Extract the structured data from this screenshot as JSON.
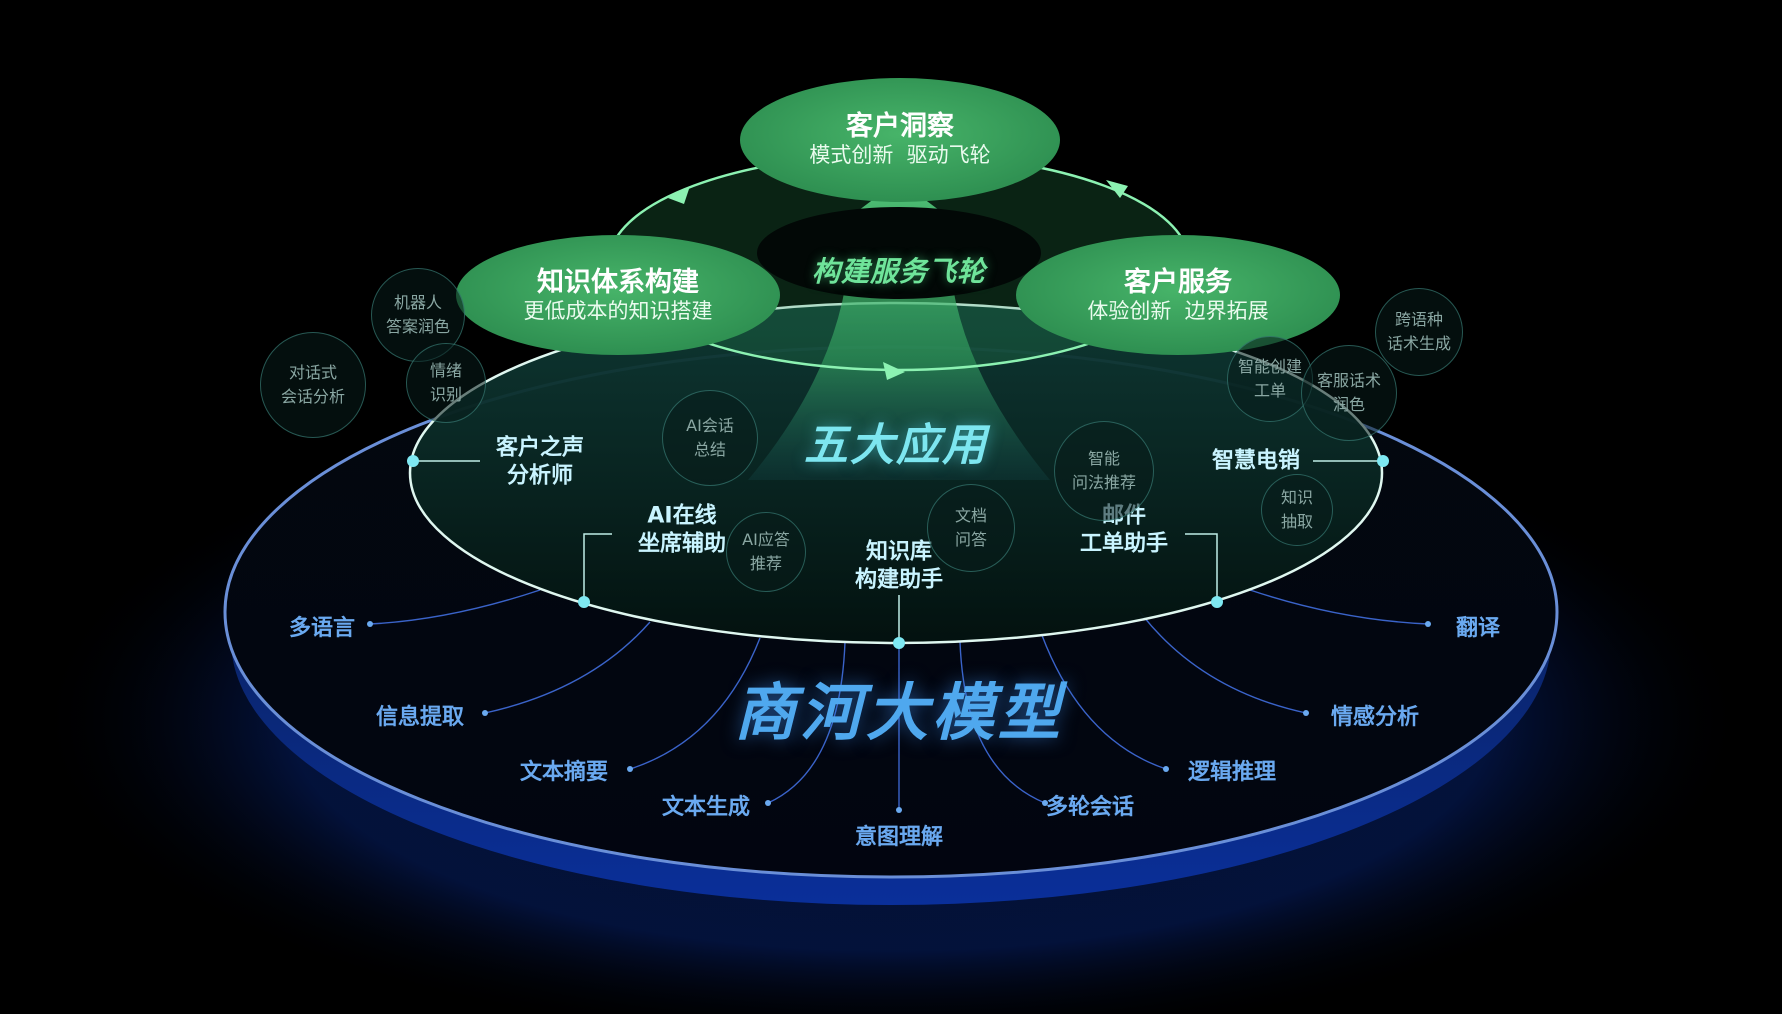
{
  "flywheel": {
    "top": {
      "title": "客户洞察",
      "subtitle": "模式创新  驱动飞轮"
    },
    "left": {
      "title": "知识体系构建",
      "subtitle": "更低成本的知识搭建"
    },
    "right": {
      "title": "客户服务",
      "subtitle": "体验创新  边界拓展"
    },
    "center": "构建服务飞轮"
  },
  "apps": {
    "title": "五大应用",
    "items": [
      "客户之声\n分析师",
      "AI在线\n坐席辅助",
      "知识库\n构建助手",
      "邮件\n工单助手",
      "智慧电销"
    ]
  },
  "bubbles": [
    "机器人\n答案润色",
    "对话式\n会话分析",
    "情绪\n识别",
    "AI会话\n总结",
    "AI应答\n推荐",
    "文档\n问答",
    "智能\n问法推荐",
    "知识\n抽取",
    "智能创建\n工单",
    "客服话术\n润色",
    "跨语种\n话术生成"
  ],
  "base": {
    "title": "商河大模型",
    "capabilities": [
      "多语言",
      "信息提取",
      "文本摘要",
      "文本生成",
      "意图理解",
      "多轮会话",
      "逻辑推理",
      "情感分析",
      "翻译"
    ]
  },
  "colors": {
    "green": "#4ad07a",
    "cyan": "#7de6f0",
    "blue": "#2f6fe6",
    "base_text": "#6aa9f0"
  }
}
